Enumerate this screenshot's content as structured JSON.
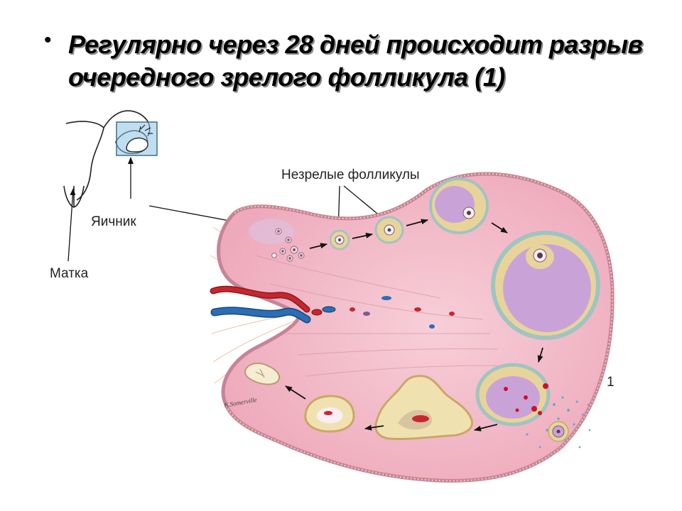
{
  "slide": {
    "bullet_symbol": "•",
    "title": "Регулярно через 28 дней происходит разрыв очередного зрелого фолликула (1)"
  },
  "diagram": {
    "labels": {
      "immature_follicles": "Незрелые фолликулы",
      "ovary": "Яичник",
      "uterus": "Матка",
      "marker_1": "1",
      "signature": "K.Somerville"
    },
    "colors": {
      "tissue": "#f0b8c6",
      "tissue_edge": "#c7839a",
      "follicle_fluid": "#c9a3d8",
      "granulosa": "#e8d49a",
      "artery": "#c8262d",
      "vein": "#2c6db3",
      "inset_box": "#8ec3e6"
    }
  }
}
